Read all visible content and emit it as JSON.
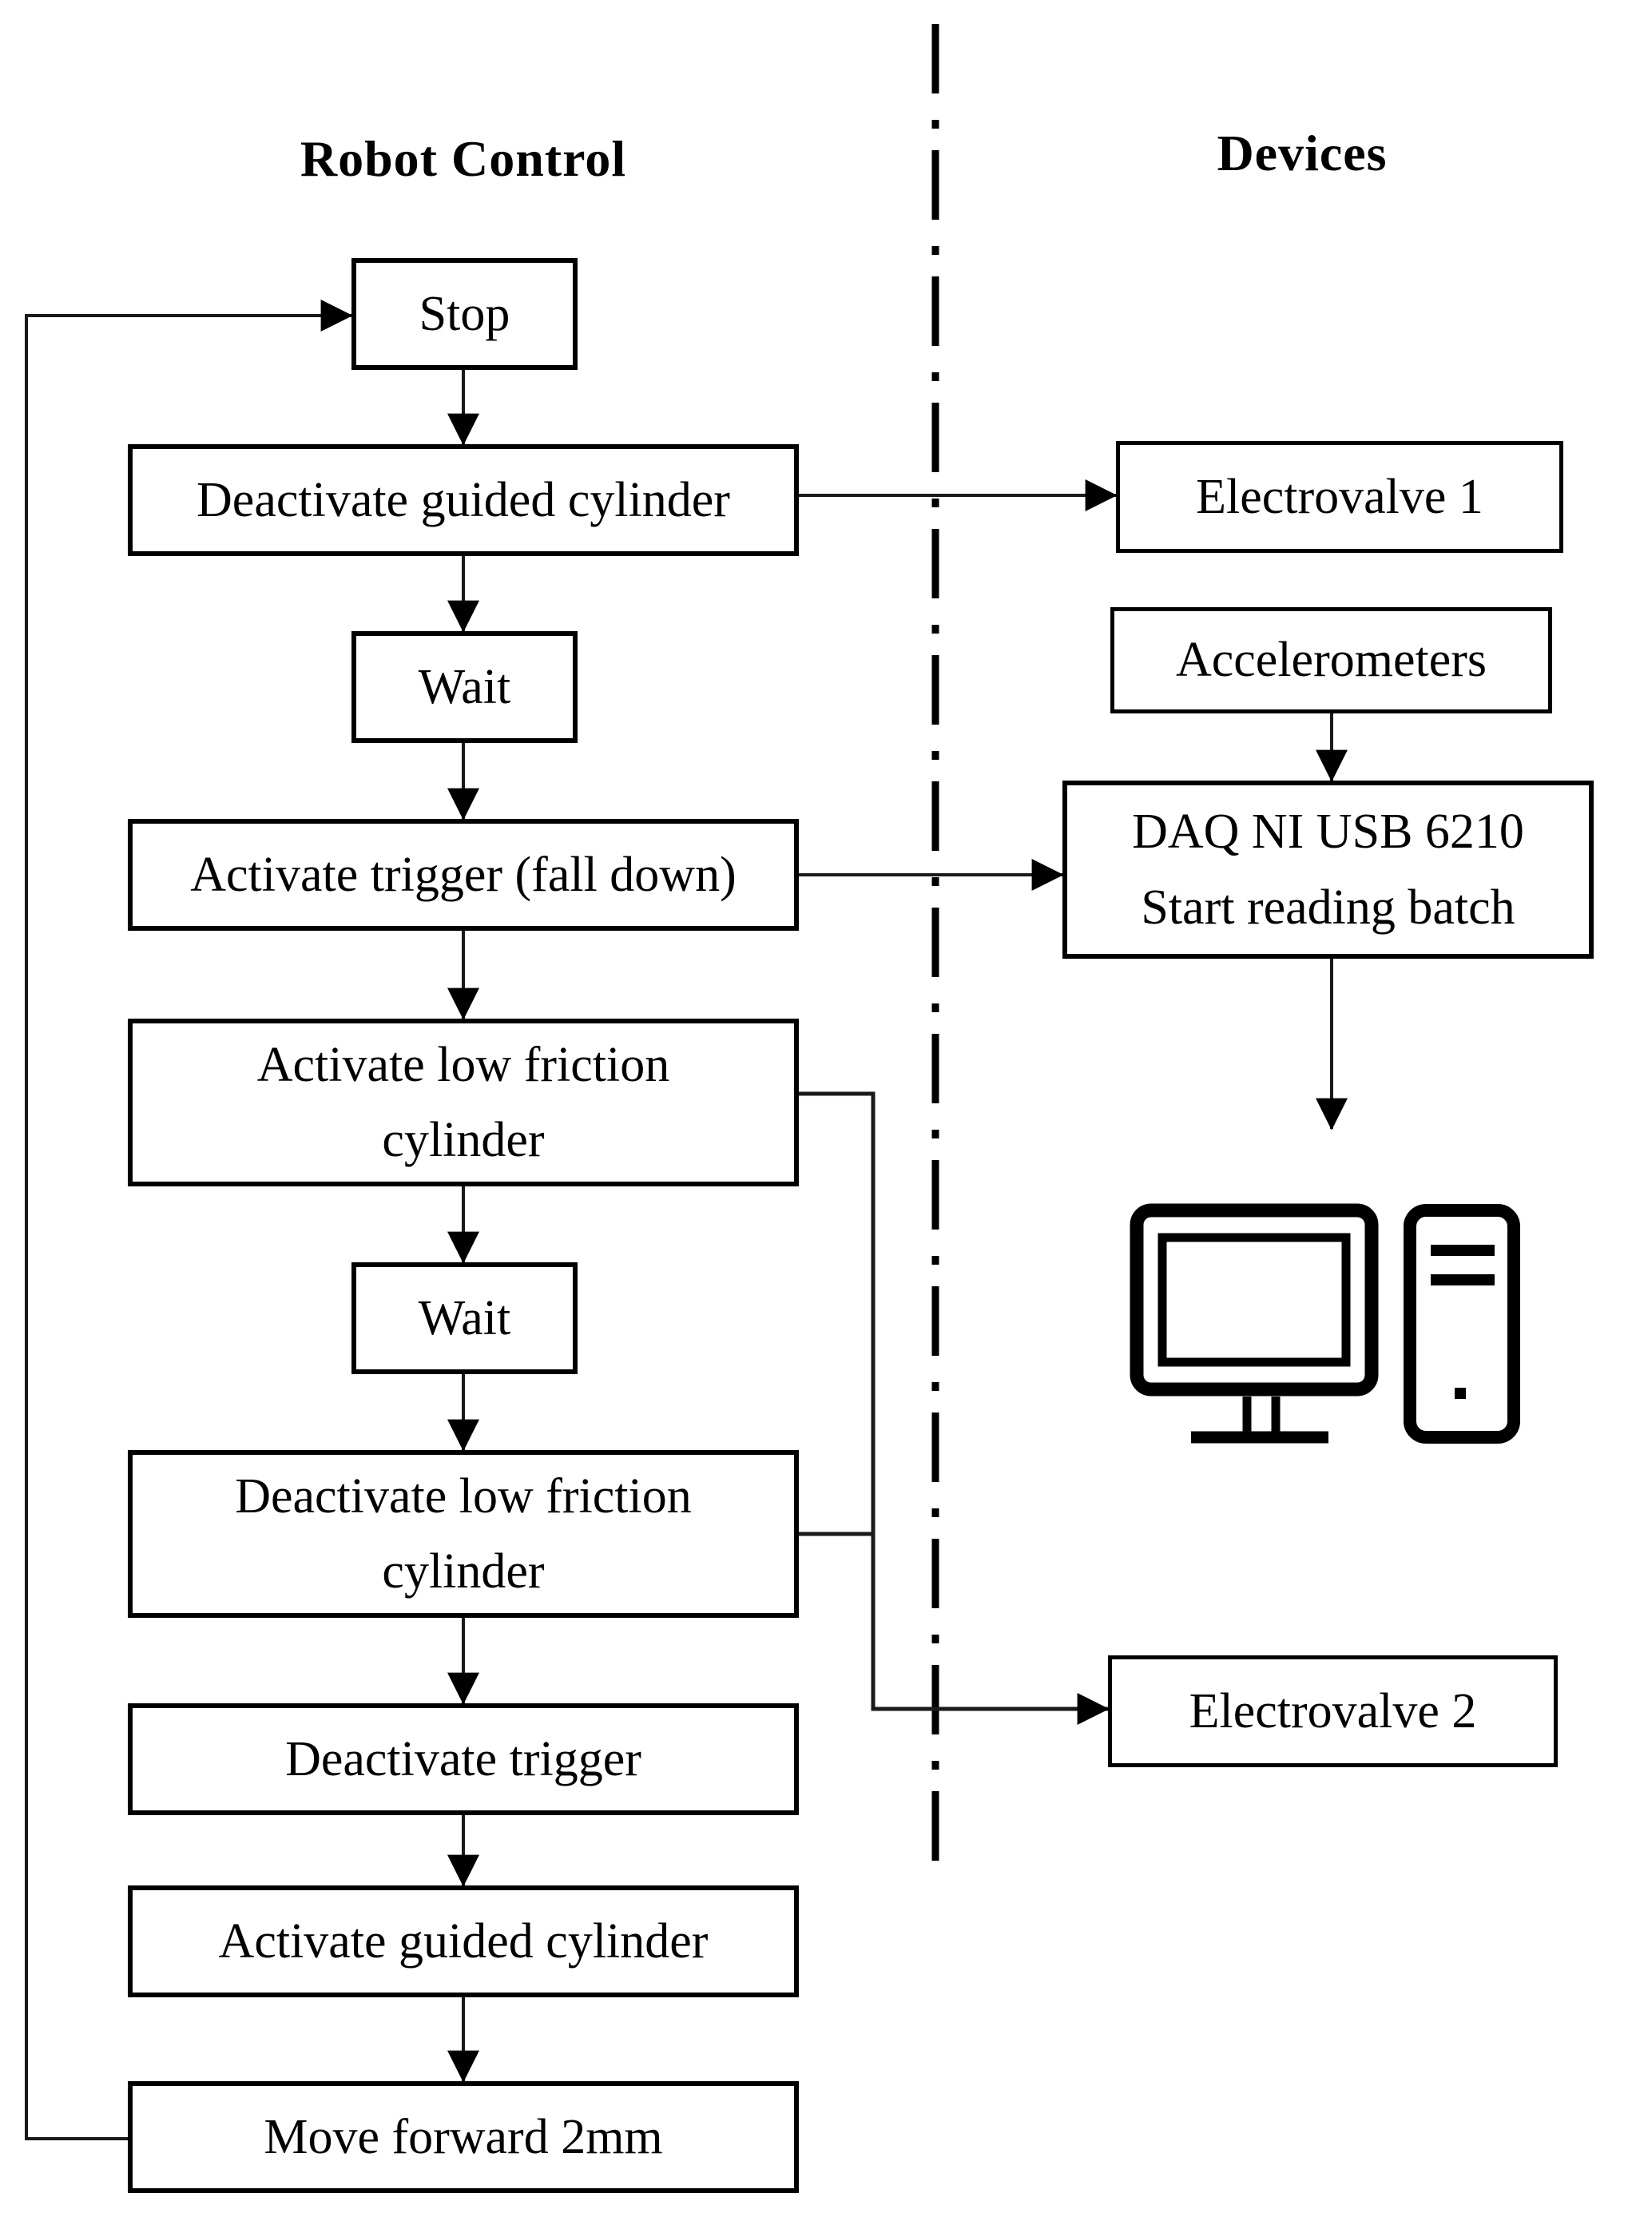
{
  "diagram": {
    "left_column_title": "Robot Control",
    "right_column_title": "Devices",
    "robot_control_nodes": {
      "stop": "Stop",
      "deactivate_guided_cylinder": "Deactivate guided cylinder",
      "wait_after_deactivate": "Wait",
      "activate_trigger": "Activate trigger (fall down)",
      "activate_low_friction_cylinder": "Activate low friction cylinder",
      "wait_after_activate": "Wait",
      "deactivate_low_friction_cylinder": "Deactivate low friction cylinder",
      "deactivate_trigger": "Deactivate trigger",
      "activate_guided_cylinder": "Activate guided cylinder",
      "move_forward": "Move forward 2mm"
    },
    "device_nodes": {
      "electrovalve_1": "Electrovalve 1",
      "accelerometers": "Accelerometers",
      "daq_line1": "DAQ NI USB 6210",
      "daq_line2": "Start reading batch",
      "electrovalve_2": "Electrovalve 2"
    },
    "icons": {
      "computer": "desktop-computer-icon"
    },
    "colors": {
      "ink": "#000000",
      "line": "#1a1a1a",
      "background": "#ffffff"
    }
  }
}
